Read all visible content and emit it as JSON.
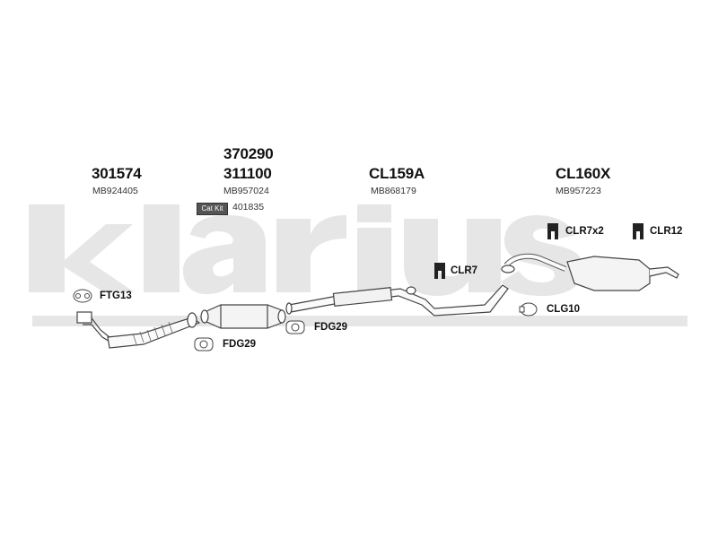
{
  "brand": {
    "watermark": "Klarius"
  },
  "parts": [
    {
      "number": "301574",
      "oe": "MB924405"
    },
    {
      "number": "370290"
    },
    {
      "number": "311100",
      "oe": "MB957024"
    },
    {
      "number": "CL159A",
      "oe": "MB868179"
    },
    {
      "number": "CL160X",
      "oe": "MB957223"
    }
  ],
  "cat_kit": {
    "badge": "Cat Kit",
    "code": "401835"
  },
  "fittings": {
    "ftg13": "FTG13",
    "fdg29_a": "FDG29",
    "fdg29_b": "FDG29",
    "clr7": "CLR7",
    "clr7x2": "CLR7x2",
    "clr12": "CLR12",
    "clg10": "CLG10"
  },
  "icons": [
    "gasket-icon",
    "rubber-mount-icon",
    "clamp-icon"
  ]
}
